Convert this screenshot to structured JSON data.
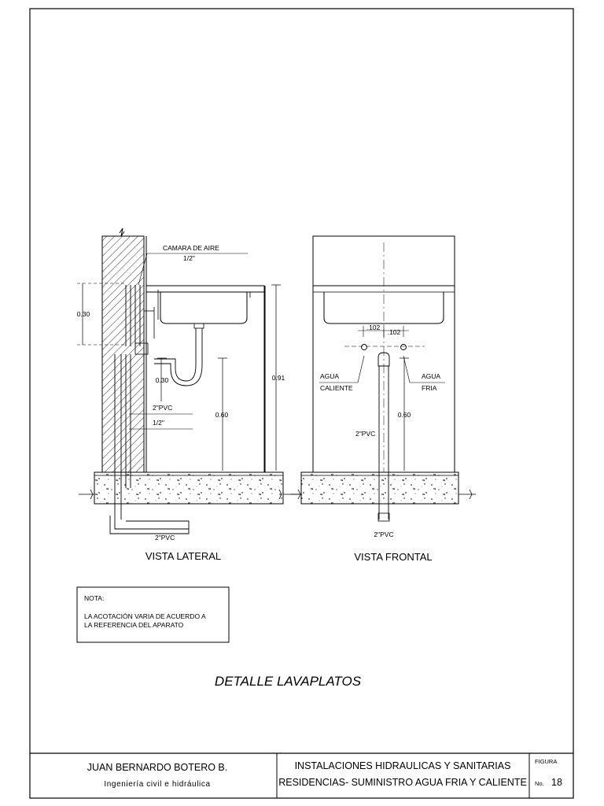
{
  "drawing": {
    "title": "DETALLE LAVAPLATOS",
    "lateral": {
      "view_label": "VISTA LATERAL",
      "camara_label": "CAMARA DE AIRE",
      "camara_size": "1/2\"",
      "dim_030_a": "0.30",
      "dim_030_b": "0.30",
      "dim_091": "0.91",
      "dim_060": "0.60",
      "pvc_2_upper": "2\"PVC",
      "half_inch": "1/2\"",
      "pvc_2_bottom": "2\"PVC"
    },
    "frontal": {
      "view_label": "VISTA FRONTAL",
      "dim_102_left": ".102",
      "dim_102_right": ".102",
      "agua_caliente_1": "AGUA",
      "agua_caliente_2": "CALIENTE",
      "agua_fria_1": "AGUA",
      "agua_fria_2": "FRIA",
      "dim_060": "0.60",
      "pvc_2_mid": "2\"PVC",
      "pvc_2_bottom": "2\"PVC"
    },
    "note": {
      "heading": "NOTA:",
      "line1": "LA ACOTACIÓN VARIA DE ACUERDO A",
      "line2": "LA REFERENCIA DEL APARATO"
    }
  },
  "title_block": {
    "author": "JUAN BERNARDO BOTERO B.",
    "author_subtitle": "Ingeniería civil e hidráulica",
    "project_line1": "INSTALACIONES HIDRAULICAS Y SANITARIAS",
    "project_line2": "RESIDENCIAS- SUMINISTRO AGUA FRIA Y CALIENTE",
    "figure_label": "FIGURA",
    "number_label": "No.",
    "number_value": "18"
  }
}
